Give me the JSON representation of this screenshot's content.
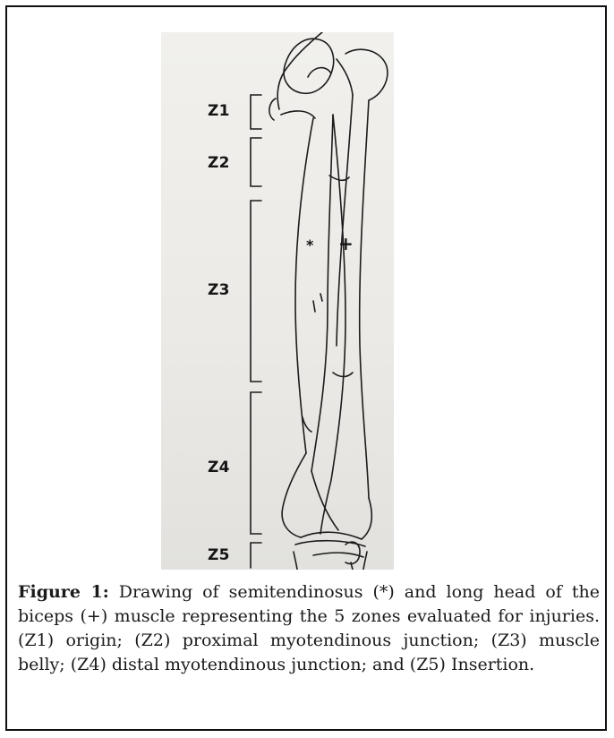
{
  "figure": {
    "zones": [
      {
        "label": "Z1"
      },
      {
        "label": "Z2"
      },
      {
        "label": "Z3"
      },
      {
        "label": "Z4"
      },
      {
        "label": "Z5"
      }
    ],
    "markers": {
      "semitendinosus": "*",
      "biceps": "+"
    },
    "caption_label": "Figure 1:",
    "caption_text": " Drawing of semitendinosus (*) and long head of the biceps (+) muscle representing the 5 zones evaluated for injuries. (Z1) origin; (Z2) proximal myotendinous junction; (Z3) muscle belly; (Z4) distal myotendinous junction; and (Z5) Insertion."
  }
}
